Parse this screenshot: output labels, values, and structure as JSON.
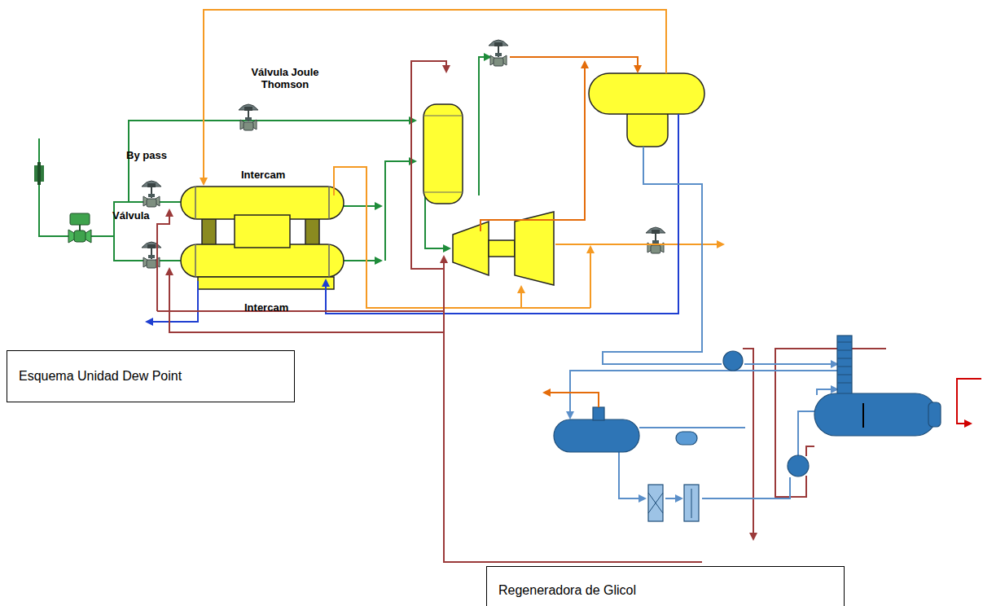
{
  "diagram": {
    "nodes": [
      {
        "text": [
          "Esquema Unidad Dew Point"
        ]
      },
      {
        "text": [
          "Regeneradora de Glicol"
        ]
      }
    ],
    "labels": [
      "Válvula Joule Thomson",
      "By pass",
      "Válvula",
      "Intercam",
      "Intercam"
    ]
  }
}
